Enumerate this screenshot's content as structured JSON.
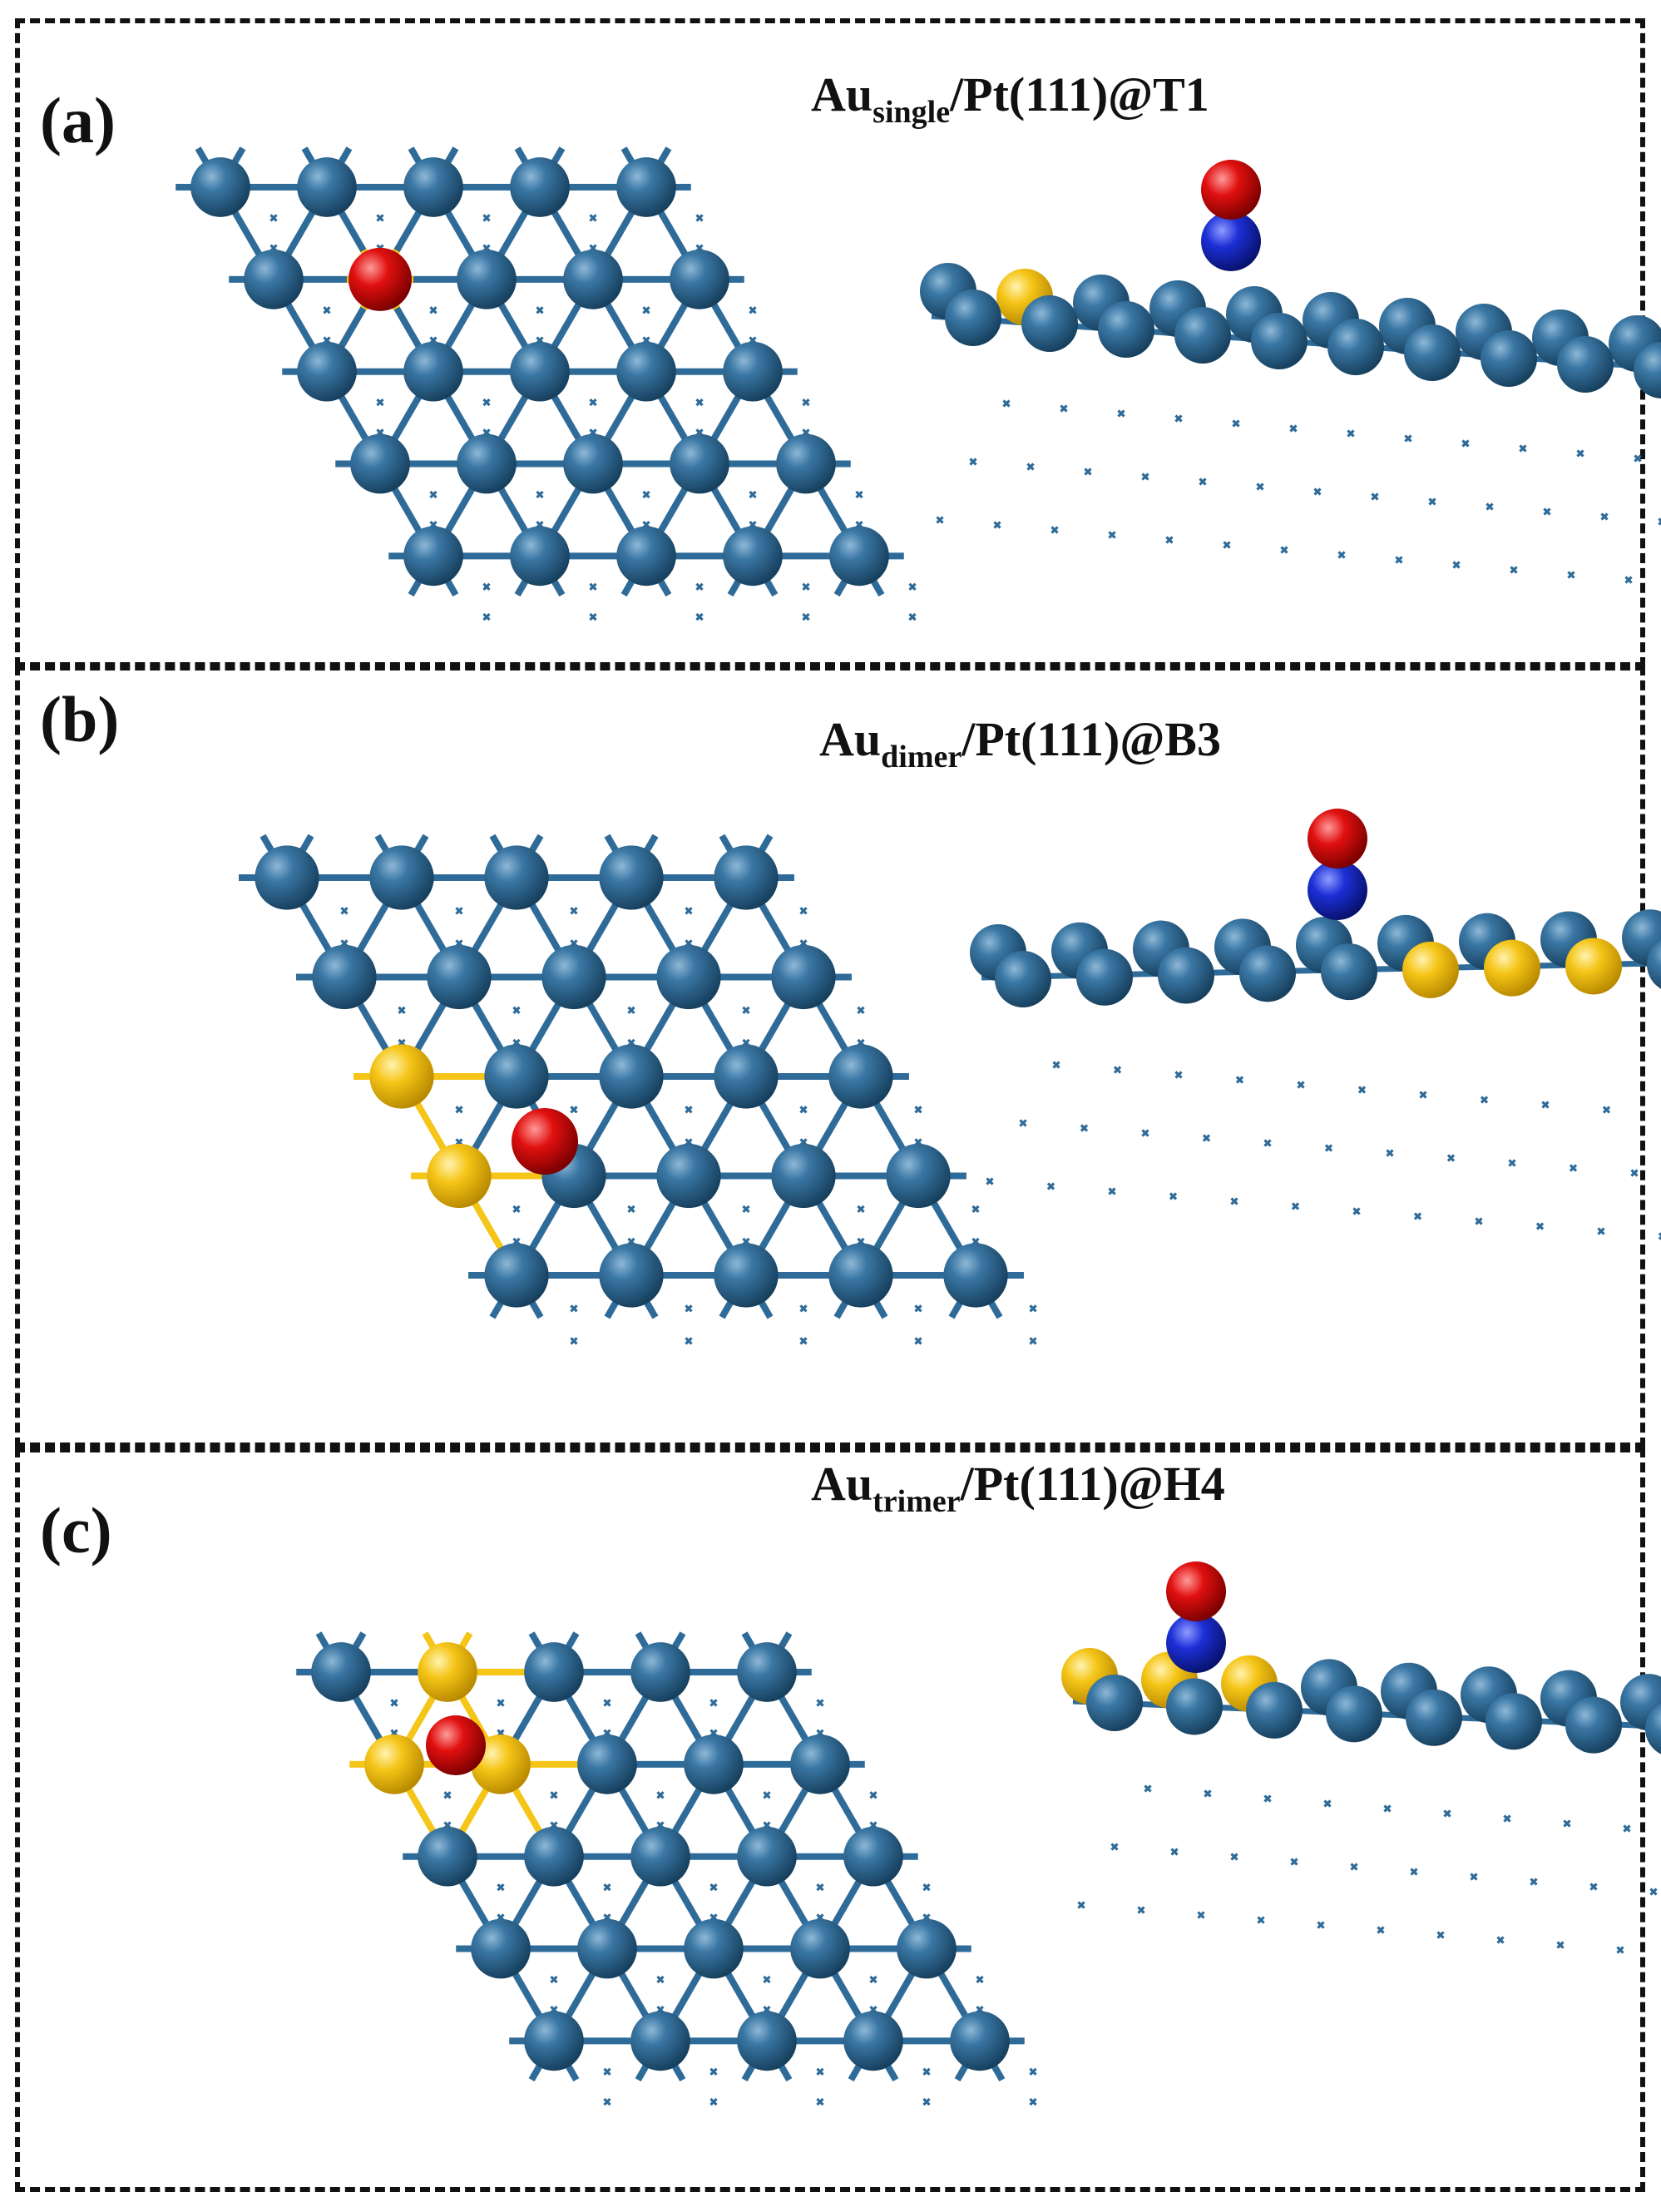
{
  "colors": {
    "pt": "#2e6590",
    "pt_bond": "#2f6b99",
    "au": "#f5c518",
    "oxygen": "#e0100f",
    "carbon": "#1c2fd6",
    "border": "#111111"
  },
  "panels": [
    {
      "label": "(a)",
      "title_main": "Au",
      "title_sub": "single",
      "title_rest": "/Pt(111)@T1"
    },
    {
      "label": "(b)",
      "title_main": "Au",
      "title_sub": "dimer",
      "title_rest": "/Pt(111)@B3"
    },
    {
      "label": "(c)",
      "title_main": "Au",
      "title_sub": "trimer",
      "title_rest": "/Pt(111)@H4"
    }
  ]
}
